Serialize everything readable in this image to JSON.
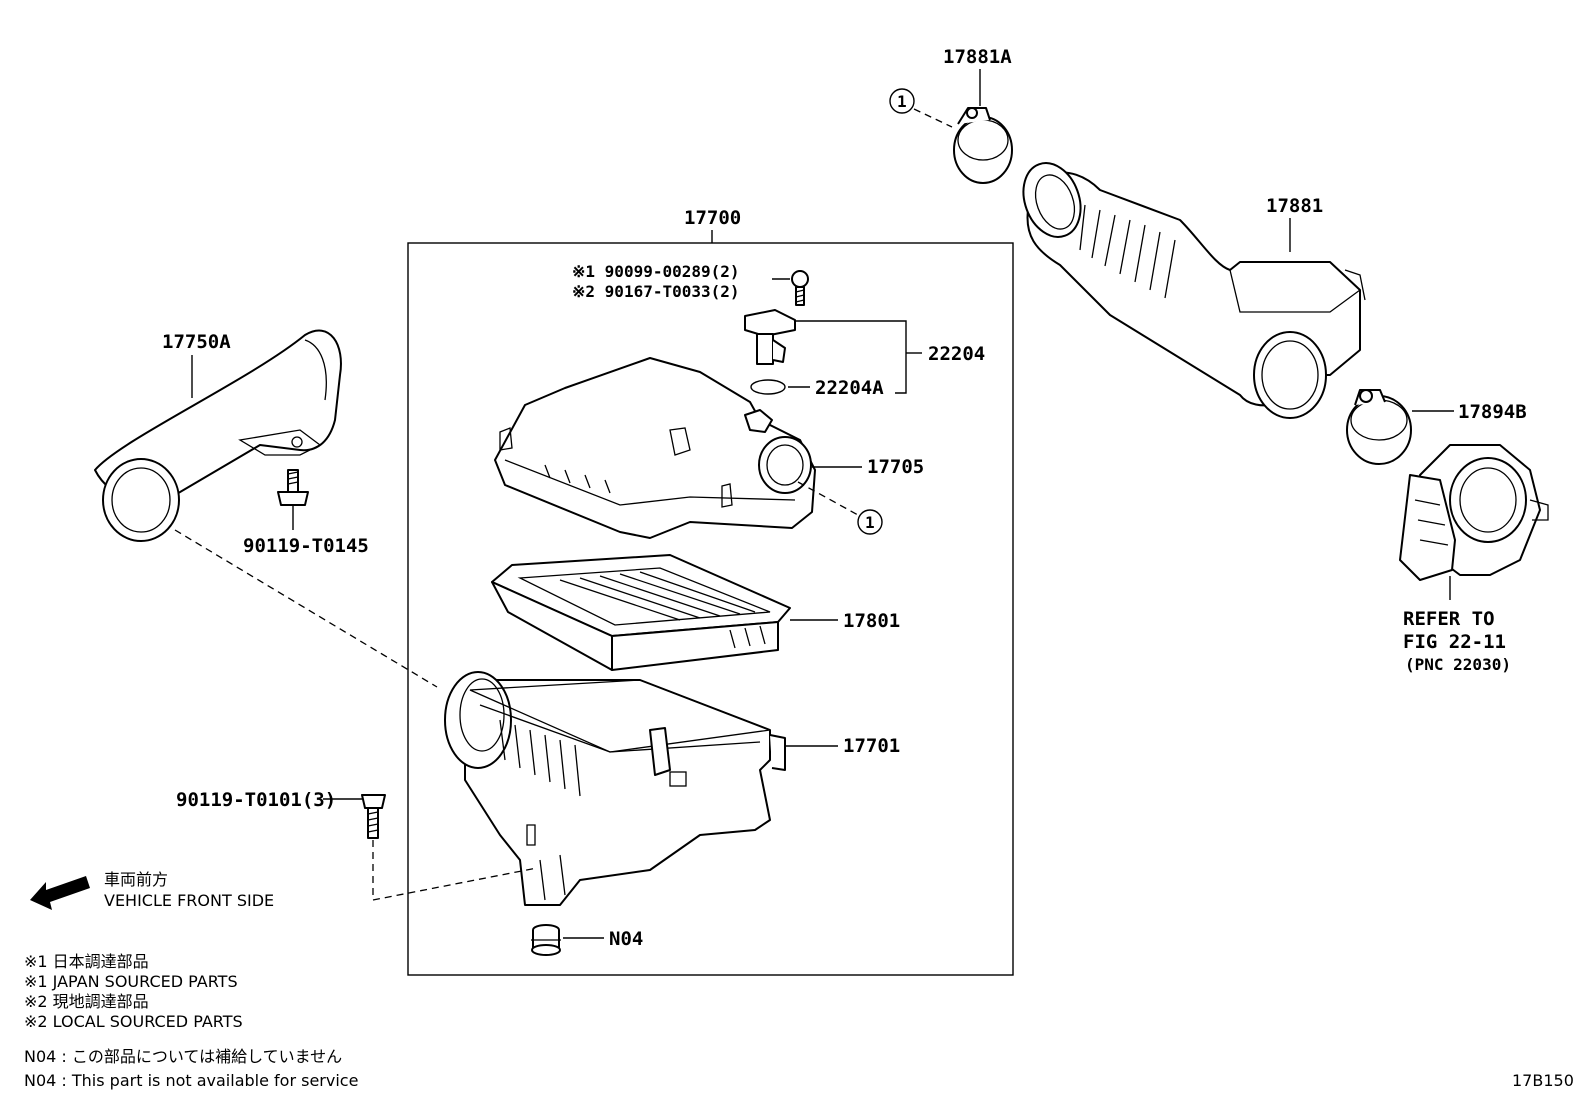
{
  "labels": {
    "p17881A": "17881A",
    "p17881": "17881",
    "p17894B": "17894B",
    "p17700": "17700",
    "p17750A": "17750A",
    "p90119_T0145": "90119-T0145",
    "p22204": "22204",
    "p22204A": "22204A",
    "p17705": "17705",
    "p17801": "17801",
    "p17701": "17701",
    "p90119_T0101": "90119-T0101(3)",
    "pN04": "N04",
    "bolt1": "※1 90099-00289(2)",
    "bolt2": "※2 90167-T0033(2)",
    "refer1": "REFER TO",
    "refer2": "FIG 22-11",
    "refer3": "(PNC 22030)",
    "circle1": "1",
    "fig_code": "17B150"
  },
  "direction": {
    "jp": "車両前方",
    "en": "VEHICLE FRONT SIDE"
  },
  "notes": [
    "※1  日本調達部品",
    "※1  JAPAN SOURCED PARTS",
    "※2  現地調達部品",
    "※2  LOCAL SOURCED PARTS"
  ],
  "n04_notes": [
    "N04 : この部品については補給していません",
    "N04 : This part is not available for service"
  ]
}
